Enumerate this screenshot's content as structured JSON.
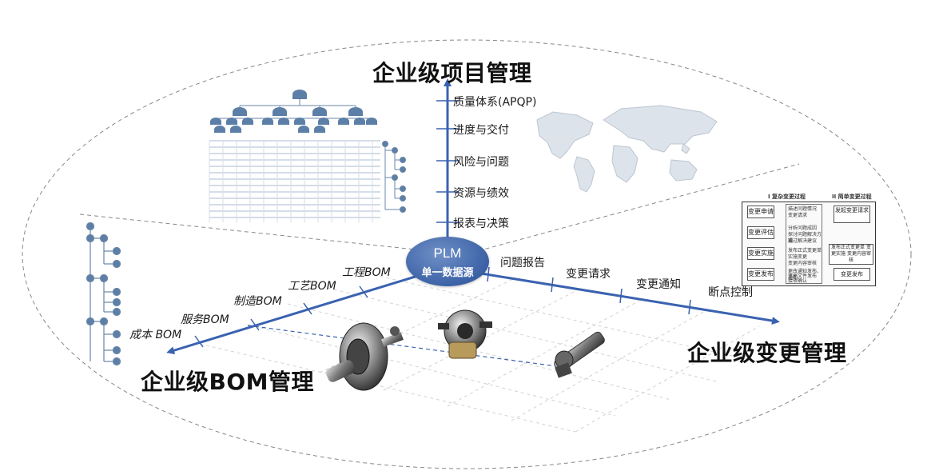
{
  "center": {
    "title": "PLM",
    "subtitle": "单一数据源"
  },
  "project_mgmt": {
    "title": "企业级项目管理",
    "items": [
      "质量体系(APQP)",
      "进度与交付",
      "风险与问题",
      "资源与绩效",
      "报表与决策"
    ]
  },
  "change_mgmt": {
    "title": "企业级变更管理",
    "items": [
      "问题报告",
      "变更请求",
      "变更通知",
      "断点控制"
    ]
  },
  "bom_mgmt": {
    "title": "企业级BOM管理",
    "items": [
      "工程BOM",
      "工艺BOM",
      "制造BOM",
      "服务BOM",
      "成本 BOM"
    ]
  },
  "flowchart": {
    "col1_title": "I 复杂变更过程",
    "col2_title": "II 简单变更过程",
    "steps": [
      "变更申请",
      "变更评估",
      "变更实施",
      "变更发布"
    ],
    "notes": [
      "描述问题情况",
      "变更请求",
      "分析问题成因",
      "探讨问题解决方案",
      "通过解决建议",
      "发布正式变更单",
      "实施变更",
      "变更内容审核",
      "更改通知发布、通知",
      "变更文件发布",
      "接收确认"
    ],
    "simple_steps": [
      "发起变更请求",
      "发布正式变更单 变更实施 变更内容审核",
      "变更发布"
    ]
  },
  "colors": {
    "axis": "#3a62b0",
    "hub": "#3c62a6",
    "tree_node": "#5b7fa6"
  }
}
